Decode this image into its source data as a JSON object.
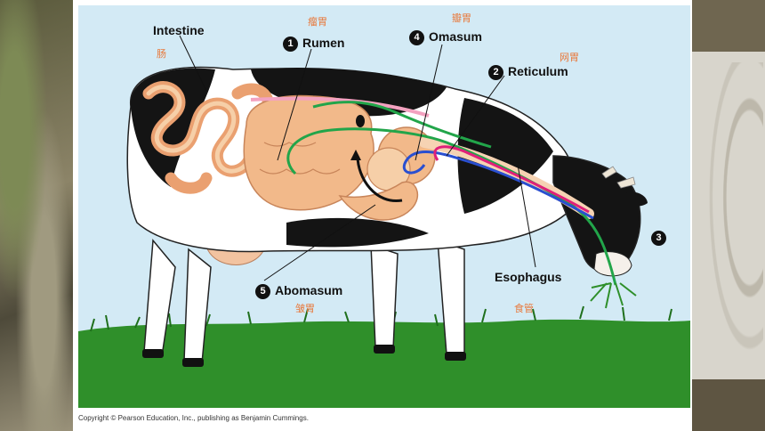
{
  "labels": {
    "intestine": {
      "en": "Intestine",
      "zh": "肠"
    },
    "rumen": {
      "num": "1",
      "en": "Rumen",
      "zh": "瘤胃"
    },
    "reticulum": {
      "num": "2",
      "en": "Reticulum",
      "zh": "网胃"
    },
    "step3": {
      "num": "3"
    },
    "omasum": {
      "num": "4",
      "en": "Omasum",
      "zh": "瓣胃"
    },
    "abomasum": {
      "num": "5",
      "en": "Abomasum",
      "zh": "皱胃"
    },
    "esophagus": {
      "en": "Esophagus",
      "zh": "食管"
    }
  },
  "copyright": "Copyright © Pearson Education, Inc., publishing as Benjamin Cummings.",
  "colors": {
    "sky": "#d3eaf5",
    "grass": "#2f8f2a",
    "organ": "#f2b98a",
    "green_path": "#22a54a",
    "blue_path": "#2a4fd0",
    "magenta_path": "#e0207a",
    "cn_label": "#e8783a"
  }
}
